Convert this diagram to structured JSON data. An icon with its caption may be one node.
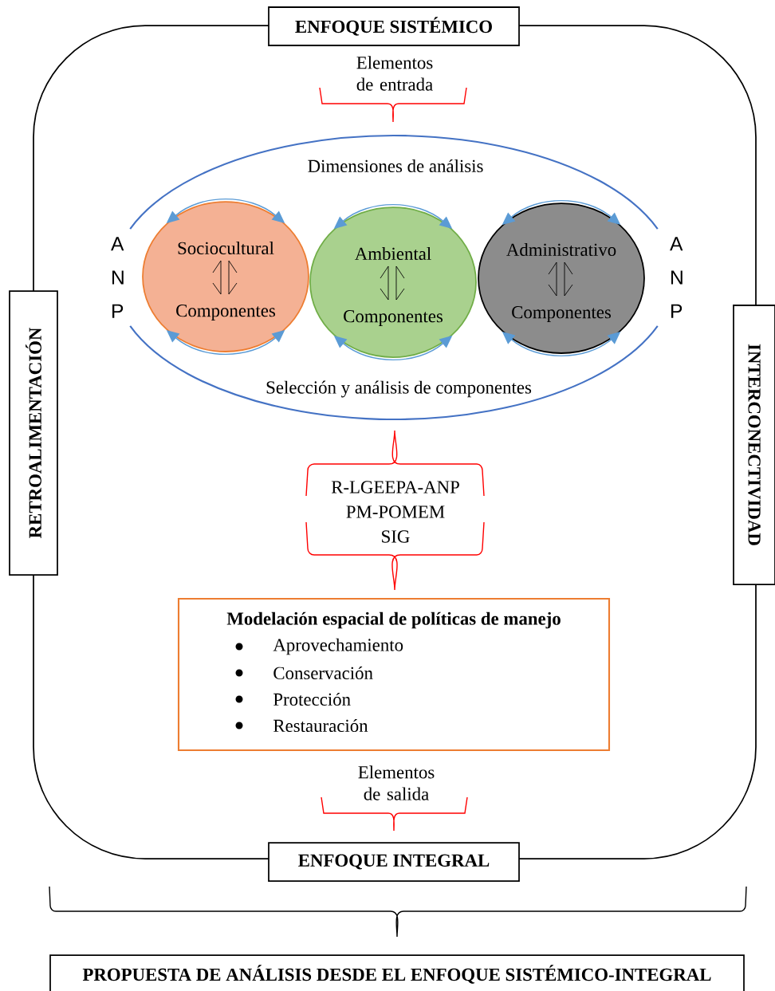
{
  "diagram": {
    "nodes": [
      {
        "text": [
          "ENFOQUE SISTÉMICO"
        ]
      },
      {
        "text": [
          "RETROALIMENTACIÓN"
        ]
      },
      {
        "text": [
          "INTERCONECTIVIDAD"
        ]
      },
      {
        "text": [
          "Dimensiones de análisis",
          "Selección y análisis de componentes"
        ]
      },
      {
        "text": [
          "Sociocultural",
          "Componentes"
        ],
        "in": 3
      },
      {
        "text": [
          "Ambiental",
          "Componentes"
        ],
        "in": 3
      },
      {
        "text": [
          "Administrativo",
          "Componentes"
        ],
        "in": 3
      },
      {
        "text": [
          "R-LGEEPA-ANP",
          "PM-POMEM",
          "SIG"
        ]
      },
      {
        "text": [
          "Modelación espacial de políticas de manejo",
          "Aprovechamiento",
          "Conservación",
          "Protección",
          "Restauración"
        ]
      },
      {
        "text": [
          "ENFOQUE INTEGRAL"
        ]
      },
      {
        "text": [
          "PROPUESTA DE ANÁLISIS DESDE EL ENFOQUE SISTÉMICO-INTEGRAL"
        ]
      }
    ],
    "edges": [
      {
        "from": 4,
        "to": 4,
        "arrow": "both"
      },
      {
        "from": 5,
        "to": 5,
        "arrow": "both"
      },
      {
        "from": 6,
        "to": 6,
        "arrow": "both"
      },
      {
        "from": 4,
        "to": 4,
        "arrow": "both"
      },
      {
        "from": 5,
        "to": 5,
        "arrow": "both"
      },
      {
        "from": 6,
        "to": 6,
        "arrow": "both"
      }
    ],
    "labels": [
      "Elementos de entrada",
      "A N P",
      "A N P",
      "Elementos de salida"
    ]
  }
}
